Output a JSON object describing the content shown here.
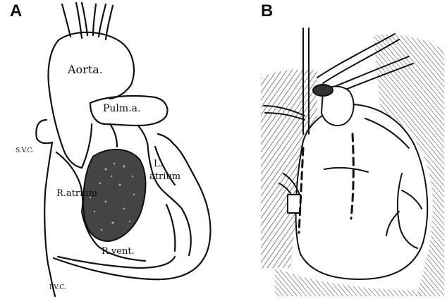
{
  "panels": [
    {
      "letter": "A"
    },
    {
      "letter": "B"
    }
  ],
  "labels": {
    "aorta": "Aorta.",
    "pulm_a": "Pulm.a.",
    "svc": "S.V.C.",
    "l": "L.",
    "atrium": "atrium",
    "r_atrium": "R.atrium",
    "r_vent": "R.vent.",
    "ivc": "I.V.C."
  },
  "colors": {
    "ink": "#111111",
    "paper": "#ffffff"
  }
}
